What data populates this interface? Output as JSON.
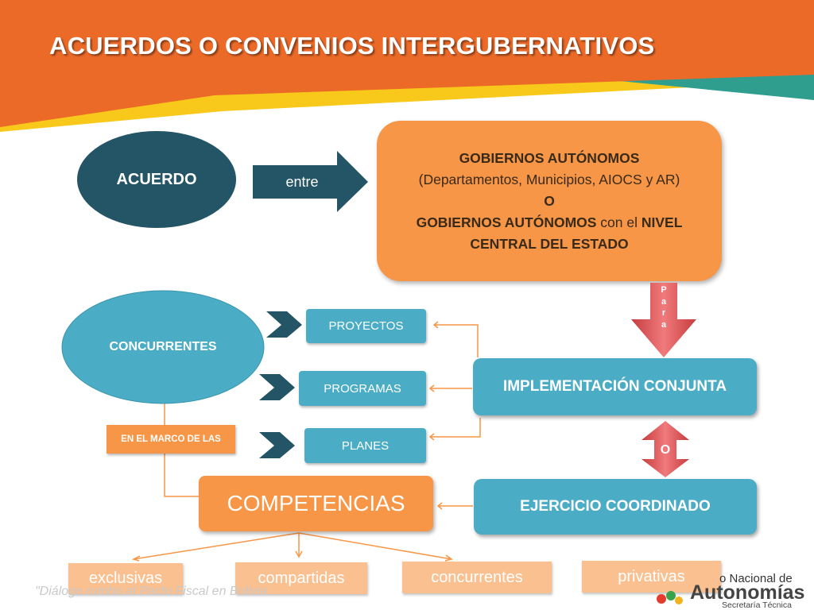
{
  "slide": {
    "title": "ACUERDOS O CONVENIOS INTERGUBERNATIVOS",
    "colors": {
      "orange_banner": "#ec6a28",
      "yellow_stripe": "#f8c81a",
      "teal_stripe": "#2f9e8f",
      "navy": "#235566",
      "blue": "#4bacc6",
      "orange": "#f79646",
      "peach": "#fac090",
      "red_arrow": "#e8585a"
    }
  },
  "acuerdo": {
    "label": "ACUERDO"
  },
  "entre_arrow": {
    "label": "entre"
  },
  "gobiernos": {
    "line1": "GOBIERNOS AUTÓNOMOS",
    "line2": "(Departamentos, Municipios, AIOCS y AR)",
    "line3": "O",
    "line4_bold1": "GOBIERNOS AUTÓNOMOS",
    "line4_normal": " con el ",
    "line4_bold2": "NIVEL",
    "line5": "CENTRAL DEL ESTADO"
  },
  "para_arrow": {
    "letters": [
      "P",
      "a",
      "r",
      "a"
    ]
  },
  "concurrentes": {
    "label": "CONCURRENTES"
  },
  "items": {
    "proyectos": "PROYECTOS",
    "programas": "PROGRAMAS",
    "planes": "PLANES"
  },
  "implementacion": {
    "label": "IMPLEMENTACIÓN CONJUNTA"
  },
  "o_arrow": {
    "label": "O"
  },
  "marco": {
    "label": "EN EL MARCO DE LAS"
  },
  "competencias": {
    "label": "COMPETENCIAS"
  },
  "ejercicio": {
    "label": "EJERCICIO COORDINADO"
  },
  "types": {
    "exclusivas": "exclusivas",
    "compartidas": "compartidas",
    "concurrentes": "concurrentes",
    "privativas": "privativas"
  },
  "footer": {
    "text": "\"Diálogo rumbo al Pacto Fiscal en Bolivia"
  },
  "logo": {
    "line1": "o Nacional de",
    "line2": "Autonomías",
    "line3": "Secretaría Técnica"
  }
}
